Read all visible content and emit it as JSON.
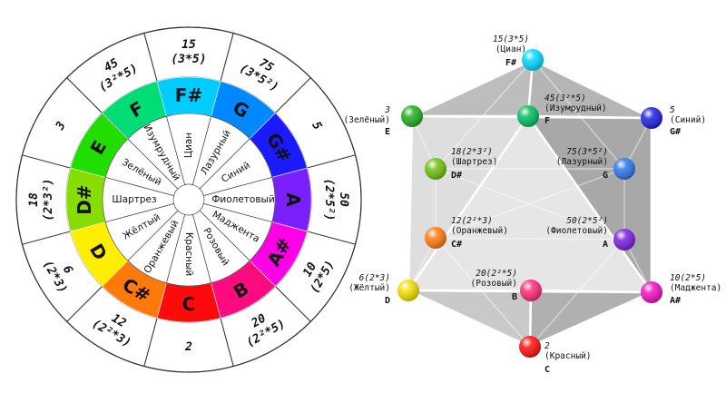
{
  "wheel": {
    "sectors": [
      {
        "note": "F#",
        "name": "Циан",
        "num": "15",
        "factor": "(3*5)",
        "color": "#00ccff"
      },
      {
        "note": "G",
        "name": "Лазурный",
        "num": "75",
        "factor": "(3*5²)",
        "color": "#0088ff"
      },
      {
        "note": "G#",
        "name": "Синий",
        "num": "5",
        "factor": "",
        "color": "#1a1aff"
      },
      {
        "note": "A",
        "name": "Фиолетовый",
        "num": "50",
        "factor": "(2*5²)",
        "color": "#7a1fff"
      },
      {
        "note": "A#",
        "name": "Маджента",
        "num": "10",
        "factor": "(2*5)",
        "color": "#ff00e6"
      },
      {
        "note": "B",
        "name": "Розовый",
        "num": "20",
        "factor": "(2²*5)",
        "color": "#ff0a80"
      },
      {
        "note": "C",
        "name": "Красный",
        "num": "2",
        "factor": "",
        "color": "#ff0a0a"
      },
      {
        "note": "C#",
        "name": "Оранжевый",
        "num": "12",
        "factor": "(2²*3)",
        "color": "#ff7a0a"
      },
      {
        "note": "D",
        "name": "Жёлтый",
        "num": "6",
        "factor": "(2*3)",
        "color": "#ffee00"
      },
      {
        "note": "D#",
        "name": "Шартрез",
        "num": "18",
        "factor": "(2*3²)",
        "color": "#88dd00"
      },
      {
        "note": "E",
        "name": "Зелёный",
        "num": "3",
        "factor": "",
        "color": "#22dd00"
      },
      {
        "note": "F",
        "name": "Изумрудный",
        "num": "45",
        "factor": "(3²*5)",
        "color": "#00dd77"
      }
    ]
  },
  "polyhedron": {
    "vertices": [
      {
        "id": "top",
        "note": "F#",
        "num": "15(3*5)",
        "name": "(Циан)",
        "color": "#00d8ff"
      },
      {
        "id": "front-top",
        "note": "F",
        "num": "45(3²*5)",
        "name": "(Изумрудный)",
        "color": "#00c060"
      },
      {
        "id": "upper-left",
        "note": "E",
        "num": "3",
        "name": "(Зелёный)",
        "color": "#20b020"
      },
      {
        "id": "upper-right",
        "note": "G#",
        "num": "5",
        "name": "(Синий)",
        "color": "#2020e0"
      },
      {
        "id": "inner-left",
        "note": "D#",
        "num": "18(2*3²)",
        "name": "(Шартрез)",
        "color": "#70c010"
      },
      {
        "id": "inner-right",
        "note": "G",
        "num": "75(3*5²)",
        "name": "(Лазурный)",
        "color": "#2a78e8"
      },
      {
        "id": "mid-left",
        "note": "C#",
        "num": "12(2²*3)",
        "name": "(Оранжевый)",
        "color": "#ff7a10"
      },
      {
        "id": "mid-right",
        "note": "A",
        "num": "50(2*5²)",
        "name": "(Фиолетовый)",
        "color": "#7a20e0"
      },
      {
        "id": "lower-left",
        "note": "D",
        "num": "6(2*3)",
        "name": "(Жёлтый)",
        "color": "#f0e000"
      },
      {
        "id": "lower-right",
        "note": "A#",
        "num": "10(2*5)",
        "name": "(Маджента)",
        "color": "#f010c0"
      },
      {
        "id": "front-bottom",
        "note": "B",
        "num": "20(2²*5)",
        "name": "(Розовый)",
        "color": "#ff2a7a"
      },
      {
        "id": "bottom",
        "note": "C",
        "num": "2",
        "name": "(Красный)",
        "color": "#ff1010"
      }
    ]
  }
}
